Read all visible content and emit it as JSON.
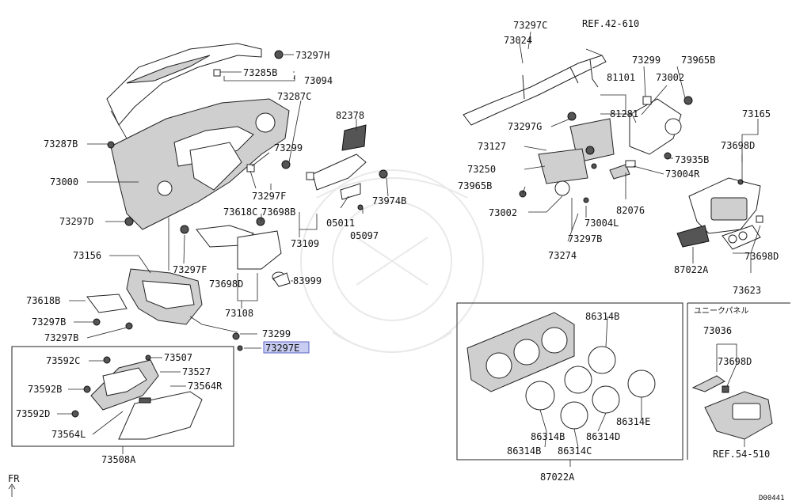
{
  "diagram": {
    "callouts": {
      "c73297H": "73297H",
      "c73285B": "73285B",
      "c73094": "73094",
      "c73287C": "73287C",
      "c73287B": "73287B",
      "c73000_left": "73000",
      "c82378": "82378",
      "c73299_mid": "73299",
      "c73297F_mid": "73297F",
      "c73974B": "73974B",
      "c73698B": "73698B",
      "c05011": "05011",
      "c05097": "05097",
      "c73109": "73109",
      "c73297D": "73297D",
      "c73618C": "73618C",
      "c73297F_low": "73297F",
      "c73698D_mid": "73698D",
      "c83999": "83999",
      "c73156": "73156",
      "c73108": "73108",
      "c73618B": "73618B",
      "c73297B_a": "73297B",
      "c73297B_b": "73297B",
      "c73299_low": "73299",
      "c73297E": "73297E",
      "c73592C": "73592C",
      "c73507": "73507",
      "c73527": "73527",
      "c73592B": "73592B",
      "c73564R": "73564R",
      "c73592D": "73592D",
      "c73564L": "73564L",
      "c73508A": "73508A",
      "c73297C": "73297C",
      "cREF42": "REF.42-610",
      "c73024": "73024",
      "c73299_r": "73299",
      "c73965B_top": "73965B",
      "c81101": "81101",
      "c73002_top": "73002",
      "c81281": "81281",
      "c73297G": "73297G",
      "c73127": "73127",
      "c73165": "73165",
      "c73698D_r": "73698D",
      "c73935B": "73935B",
      "c73250": "73250",
      "c73004R": "73004R",
      "c73965B_low": "73965B",
      "c73002_low": "73002",
      "c82076": "82076",
      "c73004L": "73004L",
      "c73297B_r": "73297B",
      "c73274": "73274",
      "c87022A_r": "87022A",
      "c73698D_r2": "73698D",
      "c73623": "73623",
      "c86314B_top": "86314B",
      "c86314E": "86314E",
      "c86314B_m": "86314B",
      "c86314D": "86314D",
      "c86314B_b": "86314B",
      "c86314C": "86314C",
      "c87022A_b": "87022A",
      "unique_panel": "ユニークパネル",
      "c73036": "73036",
      "c73698D_u": "73698D",
      "cREF54": "REF.54-510",
      "fr": "FR",
      "code": "D00441"
    },
    "highlight_color": "#c9cdf2"
  }
}
